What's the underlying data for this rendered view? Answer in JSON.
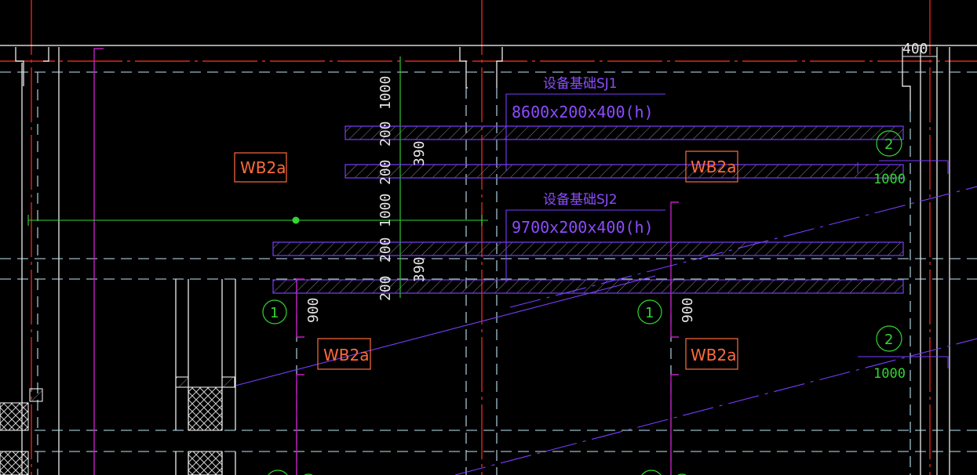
{
  "drawing": {
    "background": "#000000",
    "colors": {
      "axis": "#e0251c",
      "wall": "#ffffff",
      "dashed": "#bfe6f5",
      "foundation": "#7a3cff",
      "column": "#c020c0",
      "green": "#33d633",
      "label": "#ff6a3d"
    }
  },
  "foundations": [
    {
      "title": "设备基础SJ1",
      "spec": "8600x200x400(h)"
    },
    {
      "title": "设备基础SJ2",
      "spec": "9700x200x400(h)"
    }
  ],
  "slab_labels": [
    "WB2a",
    "WB2a",
    "WB2a",
    "WB2a"
  ],
  "vertical_dims": [
    "1000",
    "200",
    "390",
    "200",
    "1000",
    "200",
    "390",
    "200"
  ],
  "top_dim": "400",
  "side_dims": [
    "900",
    "900"
  ],
  "markers": [
    {
      "num": "1"
    },
    {
      "num": "1"
    },
    {
      "num": "2"
    },
    {
      "num": "2"
    }
  ],
  "marker_dims": [
    "1000",
    "1000"
  ]
}
